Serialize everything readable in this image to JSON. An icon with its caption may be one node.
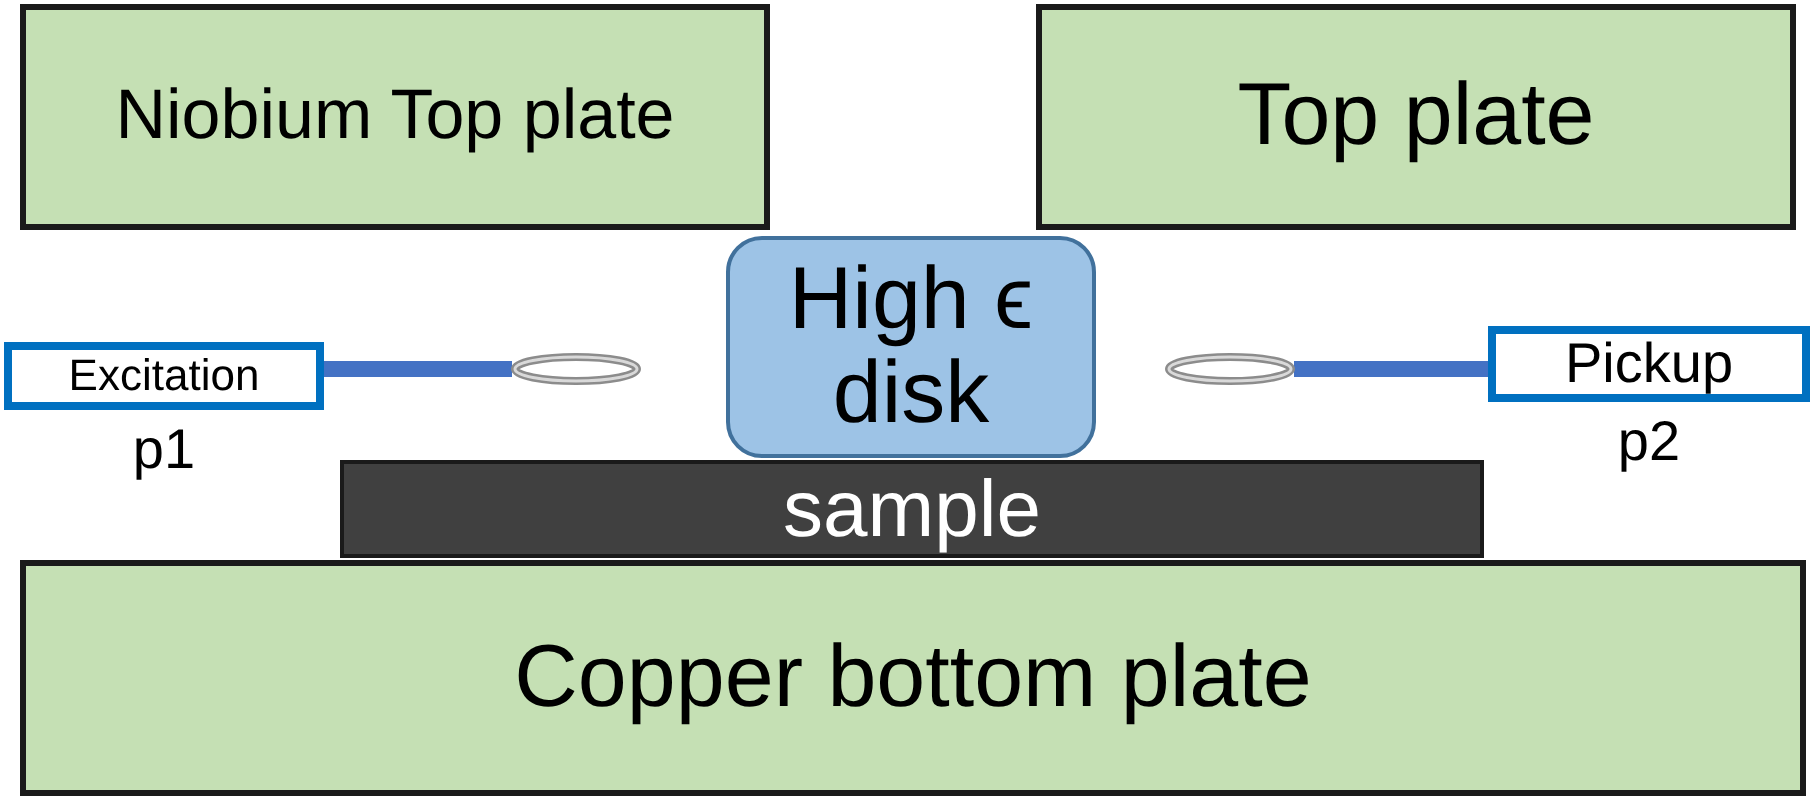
{
  "diagram": {
    "nodes": [
      {
        "text": [
          "Niobium Top plate"
        ]
      },
      {
        "text": [
          "Top plate"
        ]
      },
      {
        "text": [
          "Excitation"
        ],
        "beside": [
          "p1"
        ]
      },
      {
        "text": [],
        "shape": "loop"
      },
      {
        "text": [
          "High ϵ disk"
        ]
      },
      {
        "text": [],
        "shape": "loop"
      },
      {
        "text": [
          "Pickup"
        ],
        "beside": [
          "p2"
        ]
      },
      {
        "text": [
          "sample"
        ]
      },
      {
        "text": [
          "Copper bottom plate"
        ]
      }
    ],
    "edges": [
      {
        "from": 2,
        "to": 3,
        "arrow": "none"
      },
      {
        "from": 6,
        "to": 5,
        "arrow": "none"
      }
    ]
  }
}
